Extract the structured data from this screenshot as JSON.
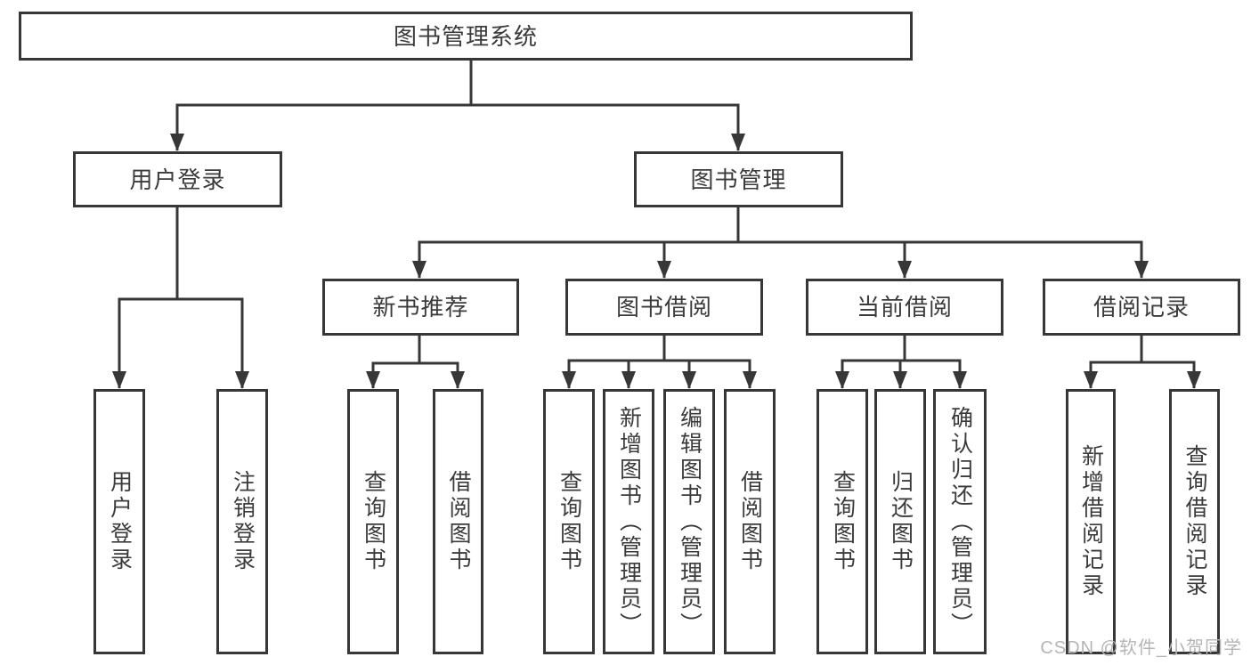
{
  "colors": {
    "line": "#373737",
    "box_border": "#373737",
    "text": "#3b3b3b",
    "watermark": "#b5b5b5",
    "background": "#ffffff"
  },
  "watermark": {
    "text": "CSDN @软件_小贺同学"
  },
  "tree": {
    "root": {
      "label": "图书管理系统"
    },
    "branches": [
      {
        "label": "用户登录",
        "leaves": [
          {
            "label": "用户登录"
          },
          {
            "label": "注销登录"
          }
        ]
      },
      {
        "label": "图书管理",
        "sections": [
          {
            "label": "新书推荐",
            "leaves": [
              {
                "label": "查询图书"
              },
              {
                "label": "借阅图书"
              }
            ]
          },
          {
            "label": "图书借阅",
            "leaves": [
              {
                "label": "查询图书"
              },
              {
                "label": "新增图书（管理员）"
              },
              {
                "label": "编辑图书（管理员）"
              },
              {
                "label": "借阅图书"
              }
            ]
          },
          {
            "label": "当前借阅",
            "leaves": [
              {
                "label": "查询图书"
              },
              {
                "label": "归还图书"
              },
              {
                "label": "确认归还（管理员）"
              }
            ]
          },
          {
            "label": "借阅记录",
            "leaves": [
              {
                "label": "新增借阅记录"
              },
              {
                "label": "查询借阅记录"
              }
            ]
          }
        ]
      }
    ]
  }
}
